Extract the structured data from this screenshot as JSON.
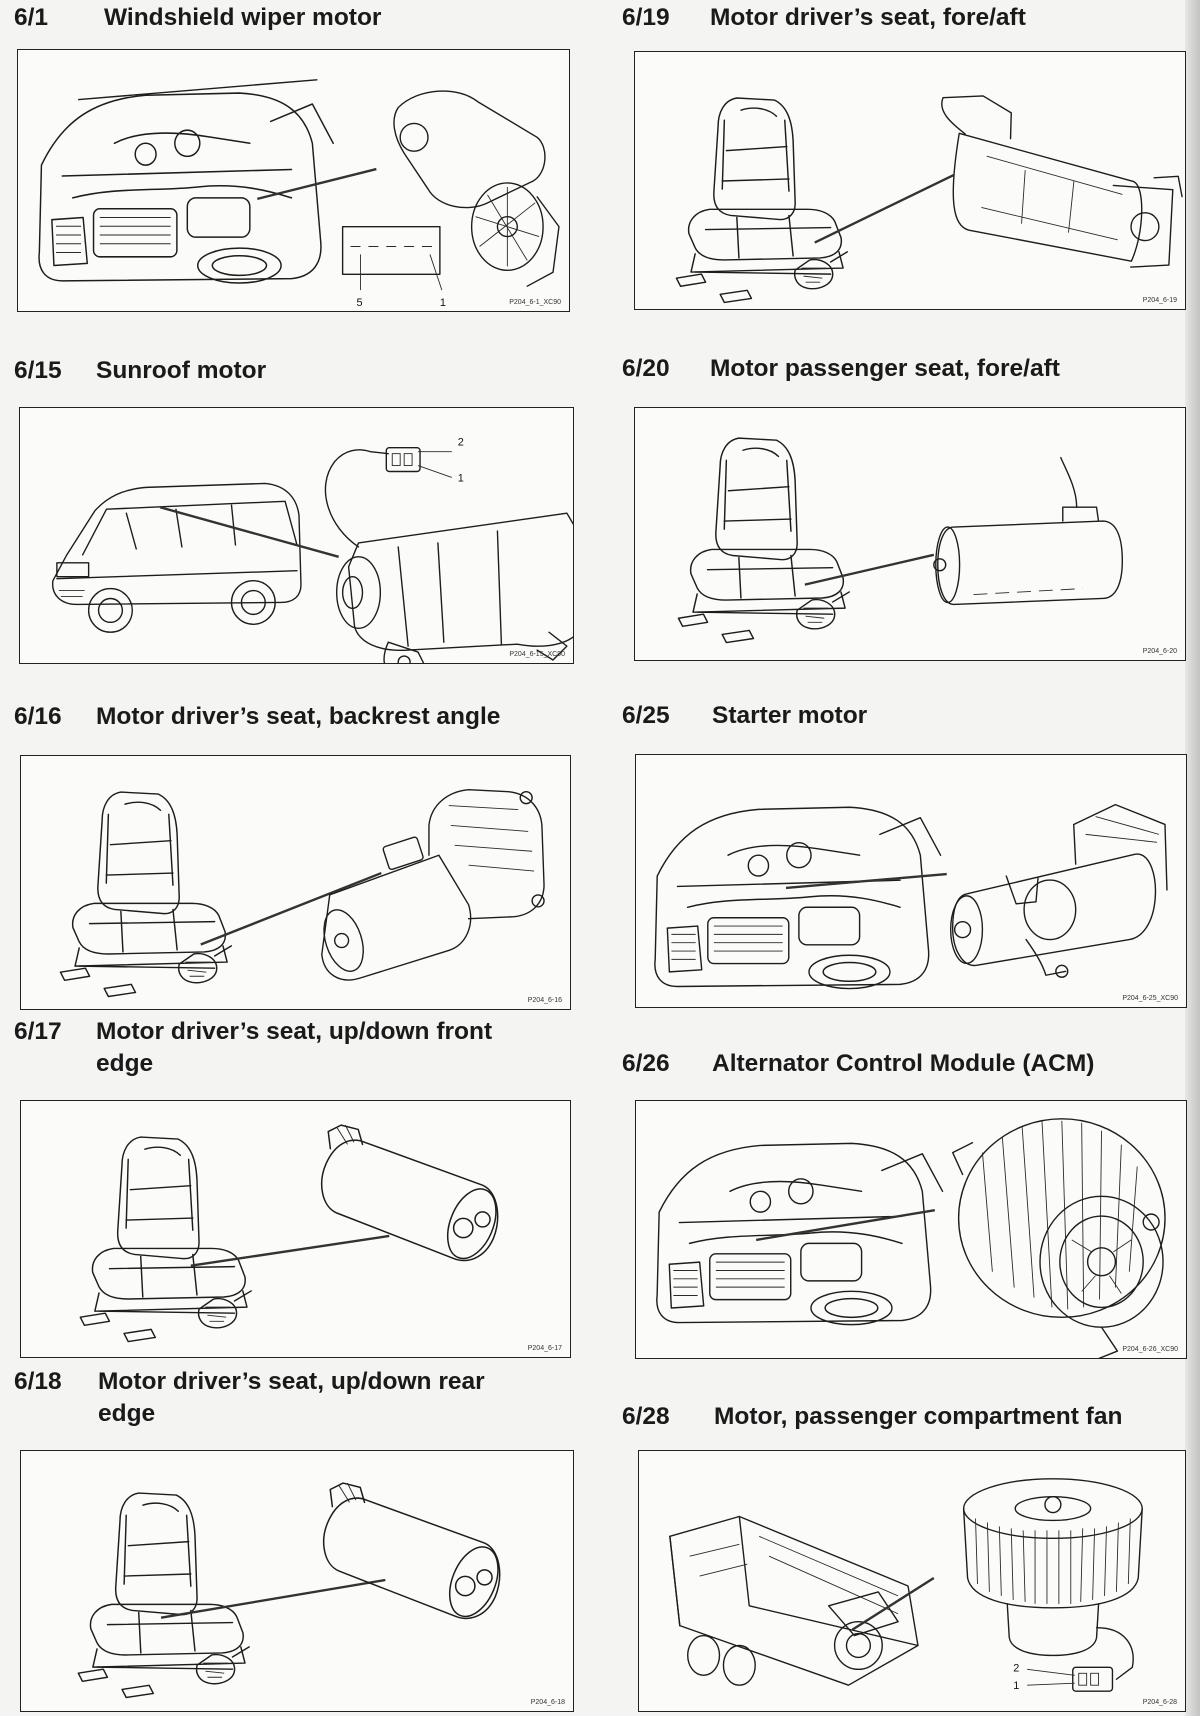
{
  "sections": [
    {
      "code": "6/1",
      "title": "Windshield wiper motor",
      "ref": "P204_6-1_XC90",
      "pins": [
        "5",
        "1"
      ]
    },
    {
      "code": "6/19",
      "title": "Motor driver’s seat, fore/aft",
      "ref": "P204_6-19"
    },
    {
      "code": "6/15",
      "title": "Sunroof motor",
      "ref": "P204_6-15_XC90",
      "pins": [
        "2",
        "1"
      ]
    },
    {
      "code": "6/20",
      "title": "Motor passenger seat, fore/aft",
      "ref": "P204_6-20"
    },
    {
      "code": "6/16",
      "title": "Motor driver’s seat, backrest angle",
      "ref": "P204_6-16"
    },
    {
      "code": "6/25",
      "title": "Starter motor",
      "ref": "P204_6-25_XC90"
    },
    {
      "code": "6/17",
      "title_line1": "Motor driver’s seat, up/down front",
      "title_line2": "edge",
      "ref": "P204_6-17"
    },
    {
      "code": "6/26",
      "title": "Alternator Control Module (ACM)",
      "ref": "P204_6-26_XC90"
    },
    {
      "code": "6/18",
      "title_line1": "Motor driver’s seat, up/down rear",
      "title_line2": "edge",
      "ref": "P204_6-18"
    },
    {
      "code": "6/28",
      "title": "Motor, passenger compartment fan",
      "ref": "P204_6-28",
      "pins": [
        "2",
        "1"
      ]
    }
  ]
}
